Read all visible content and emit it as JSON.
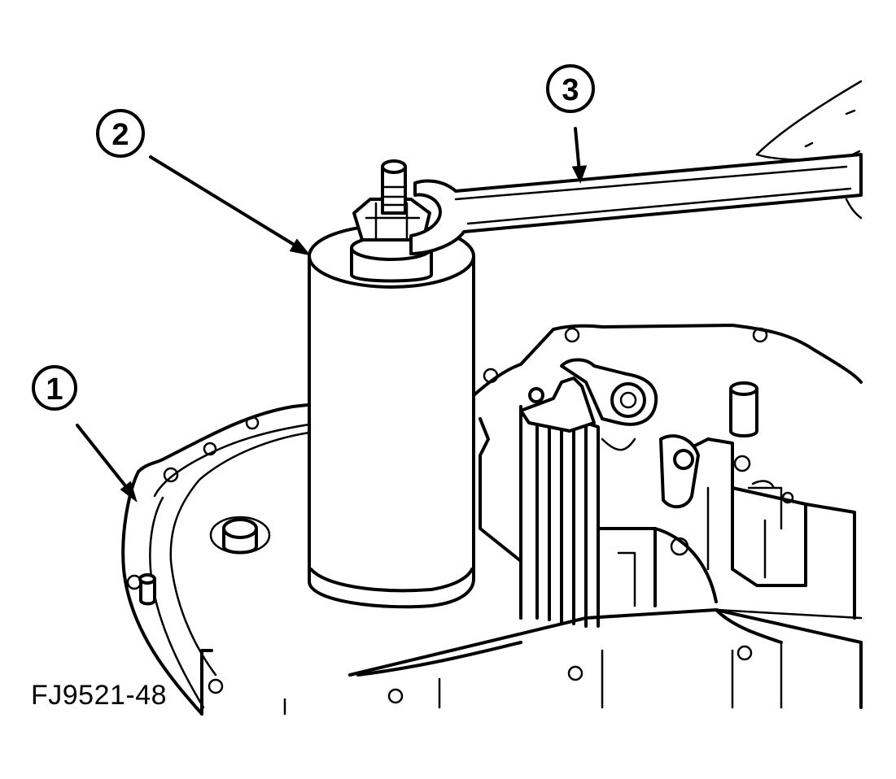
{
  "figure_id": "FJ9521-48",
  "callouts": [
    {
      "number": "1"
    },
    {
      "number": "2"
    },
    {
      "number": "3"
    }
  ],
  "colors": {
    "ink": "#000000",
    "paper": "#ffffff"
  }
}
